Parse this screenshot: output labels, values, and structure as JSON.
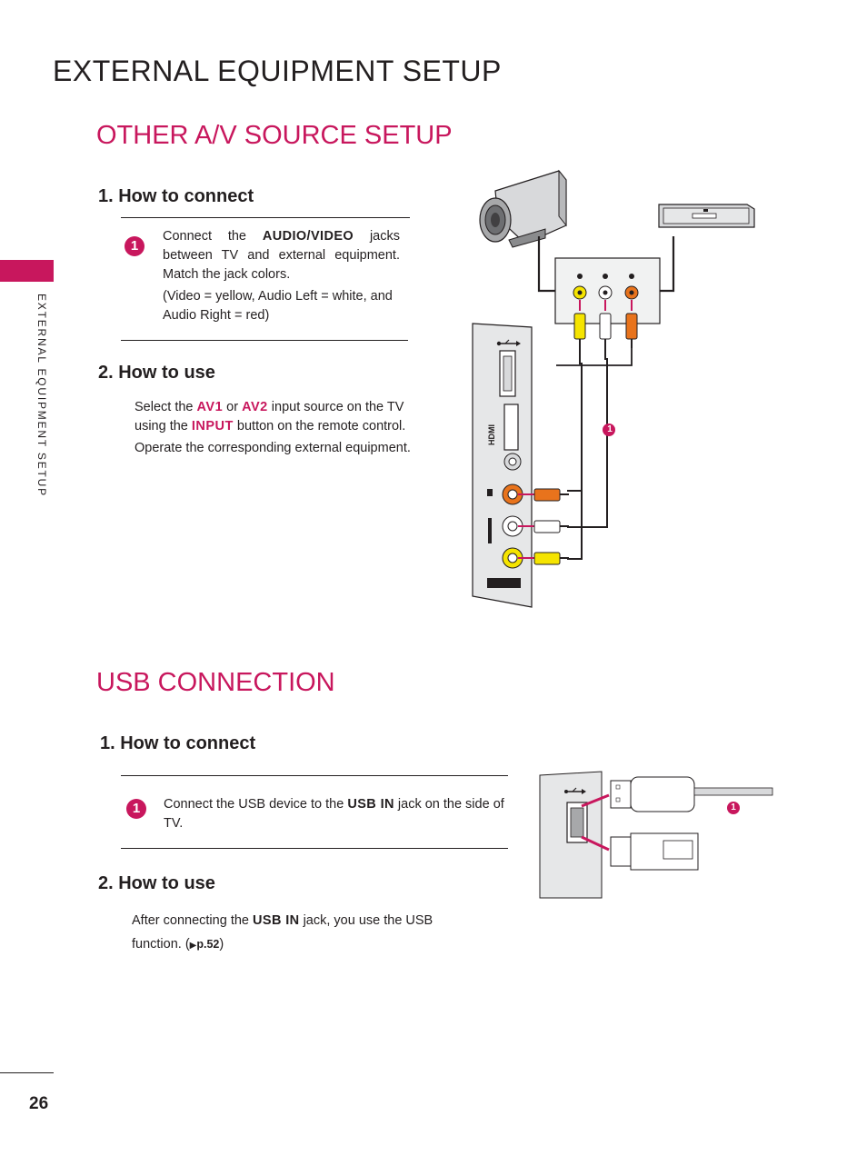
{
  "page": {
    "title": "EXTERNAL EQUIPMENT SETUP",
    "side_label": "EXTERNAL EQUIPMENT SETUP",
    "page_number": "26"
  },
  "av_section": {
    "title": "OTHER A/V SOURCE SETUP",
    "connect": {
      "heading": "1. How to connect",
      "step_number": "1",
      "text_1": "Connect the ",
      "keyword": "AUDIO/VIDEO",
      "text_2": " jacks between TV and external equipment. Match the jack colors.",
      "note": "(Video = yellow, Audio Left = white, and Audio Right = red)"
    },
    "use": {
      "heading": "2. How to use",
      "line1_a": "Select the ",
      "kw_av1": "AV1",
      "line1_b": " or ",
      "kw_av2": "AV2",
      "line1_c": " input source on the TV using the ",
      "kw_input": "INPUT",
      "line1_d": " button on the remote control.",
      "line2": "Operate the corresponding external equipment."
    },
    "diagram_callout": "1"
  },
  "usb_section": {
    "title": "USB CONNECTION",
    "connect": {
      "heading": "1. How to connect",
      "step_number": "1",
      "text_1": "Connect the USB device to the ",
      "keyword": "USB IN",
      "text_2": " jack on the side of TV."
    },
    "use": {
      "heading": "2. How to use",
      "text_1": "After connecting the ",
      "keyword": "USB IN",
      "text_2": " jack, you use the USB function. (",
      "page_ref": "p.52",
      "text_3": ")"
    },
    "diagram_callout": "1"
  },
  "colors": {
    "accent": "#c8175d",
    "video_yellow": "#f5e400",
    "audio_white": "#ffffff",
    "audio_red": "#e8731c"
  },
  "icons": [
    "camcorder-icon",
    "vcr-icon",
    "usb-symbol-icon",
    "hdmi-port-icon",
    "triangle-pointer-icon"
  ]
}
